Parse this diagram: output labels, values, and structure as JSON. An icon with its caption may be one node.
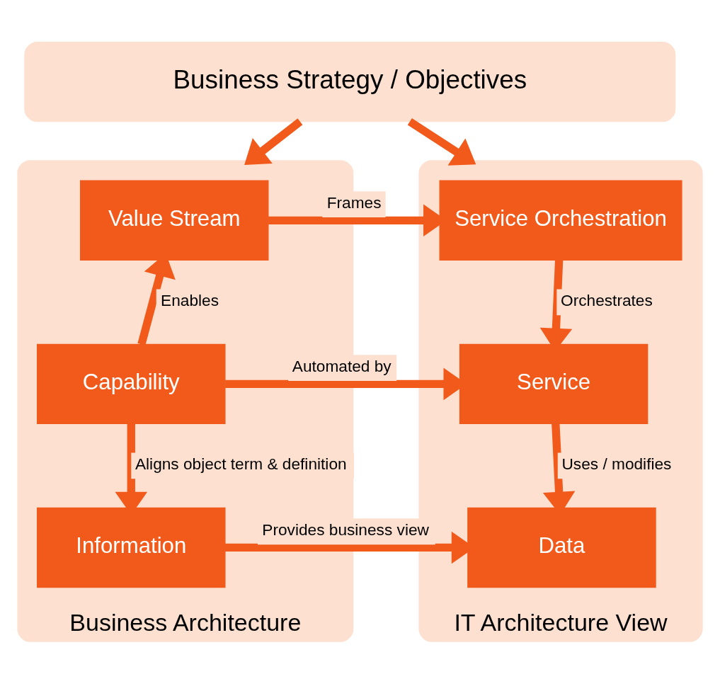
{
  "diagram": {
    "nodes": [
      {
        "text": [
          "Business Strategy / Objectives"
        ]
      },
      {
        "text": [
          "Business Architecture"
        ]
      },
      {
        "text": [
          "Value Stream"
        ],
        "in": 1
      },
      {
        "text": [
          "Capability"
        ],
        "in": 1
      },
      {
        "text": [
          "Information"
        ],
        "in": 1
      },
      {
        "text": [
          "IT Architecture View"
        ]
      },
      {
        "text": [
          "Service Orchestration"
        ],
        "in": 5
      },
      {
        "text": [
          "Service"
        ],
        "in": 5
      },
      {
        "text": [
          "Data"
        ],
        "in": 5
      }
    ],
    "edges": [
      {
        "from": 0,
        "to": 1,
        "arrow": "to"
      },
      {
        "from": 0,
        "to": 5,
        "arrow": "to"
      },
      {
        "from": 2,
        "to": 6,
        "arrow": "to",
        "label": "Frames"
      },
      {
        "from": 6,
        "to": 7,
        "arrow": "to",
        "label": "Orchestrates"
      },
      {
        "from": 3,
        "to": 2,
        "arrow": "to",
        "label": "Enables"
      },
      {
        "from": 3,
        "to": 7,
        "arrow": "to",
        "label": "Automated by"
      },
      {
        "from": 3,
        "to": 4,
        "arrow": "to",
        "label": "Aligns object term & definition"
      },
      {
        "from": 7,
        "to": 8,
        "arrow": "to",
        "label": "Uses / modifies"
      },
      {
        "from": 4,
        "to": 8,
        "arrow": "to",
        "label": "Provides business view"
      }
    ]
  }
}
